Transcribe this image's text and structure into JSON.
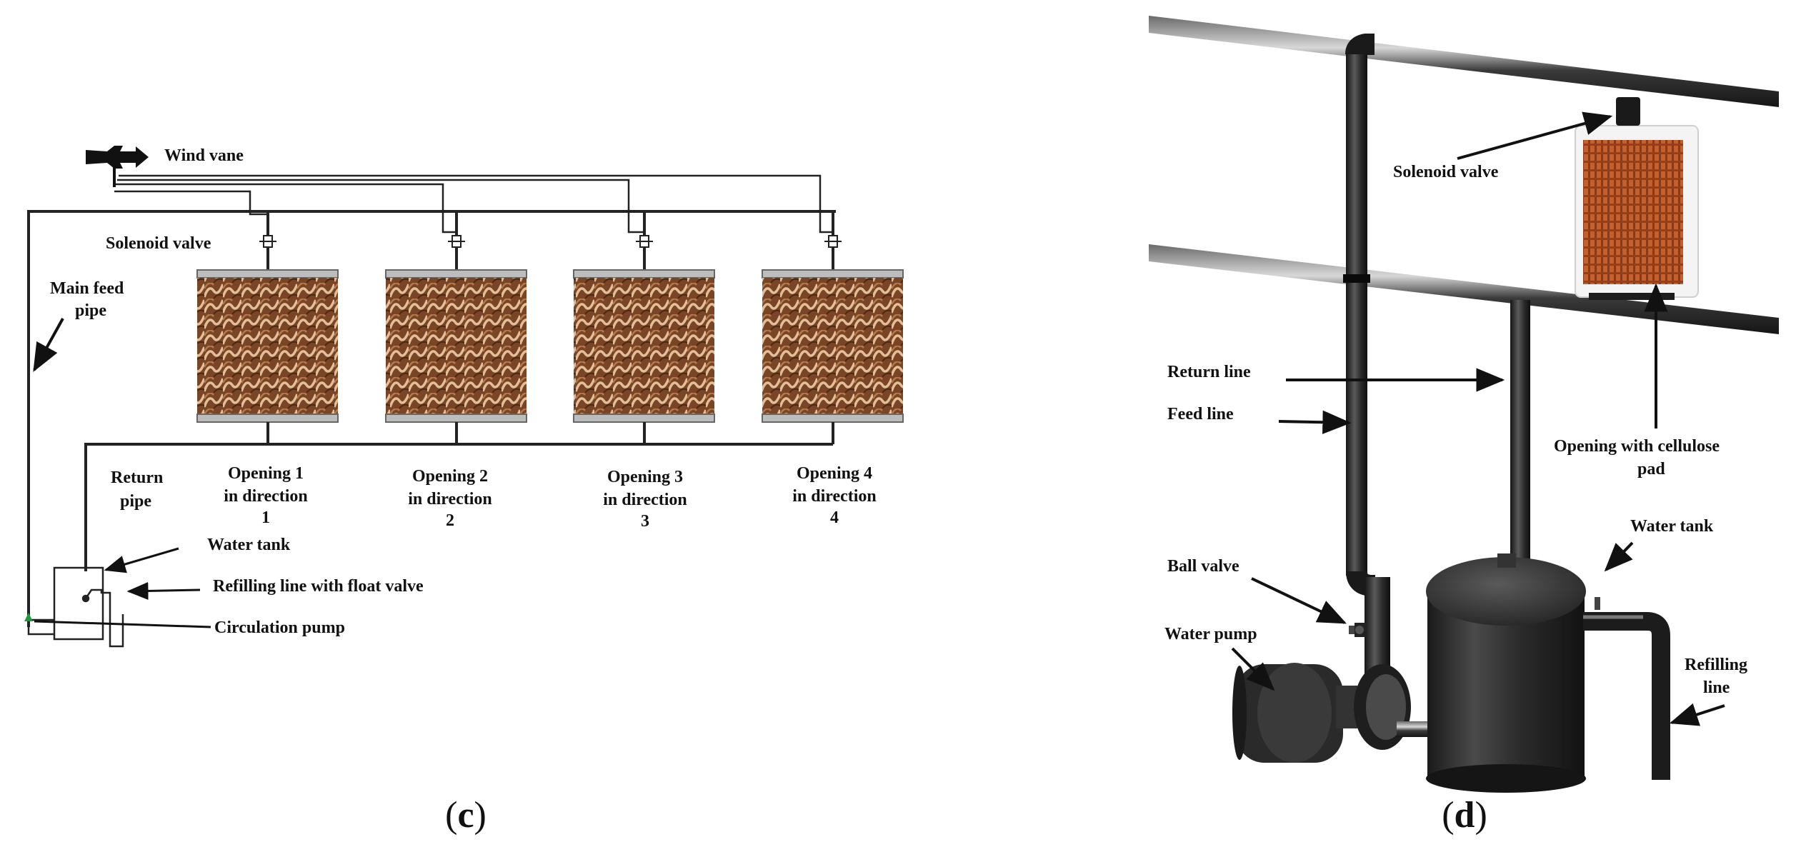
{
  "panel_c": {
    "caption_open": "(",
    "caption_letter": "c",
    "caption_close": ")",
    "labels": {
      "wind_vane": "Wind vane",
      "solenoid_valve": "Solenoid valve",
      "main_feed_pipe_1": "Main feed",
      "main_feed_pipe_2": "pipe",
      "return_pipe_1": "Return",
      "return_pipe_2": "pipe",
      "water_tank": "Water tank",
      "refilling_line": "Refilling line with float valve",
      "circulation_pump": "Circulation pump"
    },
    "openings": [
      {
        "line1": "Opening 1",
        "line2": "in direction",
        "line3": "1"
      },
      {
        "line1": "Opening 2",
        "line2": "in direction",
        "line3": "2"
      },
      {
        "line1": "Opening 3",
        "line2": "in direction",
        "line3": "3"
      },
      {
        "line1": "Opening 4",
        "line2": "in direction",
        "line3": "4"
      }
    ]
  },
  "panel_d": {
    "caption_open": "(",
    "caption_letter": "d",
    "caption_close": ")",
    "labels": {
      "solenoid_valve": "Solenoid valve",
      "return_line": "Return line",
      "feed_line": "Feed line",
      "opening_1": "Opening with cellulose",
      "opening_2": "pad",
      "water_tank": "Water tank",
      "ball_valve": "Ball valve",
      "water_pump": "Water pump",
      "refilling_1": "Refilling",
      "refilling_2": "line"
    }
  },
  "colors": {
    "pad_brown": "#8a5530",
    "pad_light": "#d9b28c",
    "pipe_dark": "#2a2a2a",
    "tank_dark": "#2b2b2b",
    "pad_orange": "#b5562a"
  }
}
